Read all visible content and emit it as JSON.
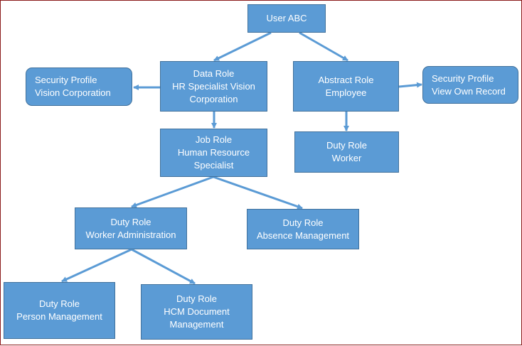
{
  "diagram": {
    "nodes": {
      "user": [
        "User ABC"
      ],
      "data_role": [
        "Data Role",
        "HR Specialist Vision",
        "Corporation"
      ],
      "abstract_role": [
        "Abstract Role",
        "Employee"
      ],
      "sec_profile_vision": [
        "Security Profile",
        "Vision Corporation"
      ],
      "sec_profile_own": [
        "Security Profile",
        "View Own Record"
      ],
      "job_role": [
        "Job Role",
        "Human Resource",
        "Specialist"
      ],
      "duty_worker": [
        "Duty Role",
        "Worker"
      ],
      "duty_worker_admin": [
        "Duty Role",
        "Worker Administration"
      ],
      "duty_absence": [
        "Duty Role",
        "Absence Management"
      ],
      "duty_person": [
        "Duty Role",
        "Person Management"
      ],
      "duty_hcm": [
        "Duty Role",
        "HCM Document",
        "Management"
      ]
    },
    "edges": [
      {
        "from": "user",
        "to": "data_role"
      },
      {
        "from": "user",
        "to": "abstract_role"
      },
      {
        "from": "data_role",
        "to": "sec_profile_vision"
      },
      {
        "from": "data_role",
        "to": "job_role"
      },
      {
        "from": "abstract_role",
        "to": "sec_profile_own"
      },
      {
        "from": "abstract_role",
        "to": "duty_worker"
      },
      {
        "from": "job_role",
        "to": "duty_worker_admin"
      },
      {
        "from": "job_role",
        "to": "duty_absence"
      },
      {
        "from": "duty_worker_admin",
        "to": "duty_person"
      },
      {
        "from": "duty_worker_admin",
        "to": "duty_hcm"
      }
    ],
    "colors": {
      "box_fill": "#5b9bd5",
      "box_border": "#41719c",
      "text": "#ffffff",
      "connector": "#5b9bd5",
      "frame": "#8b1a1a"
    }
  }
}
